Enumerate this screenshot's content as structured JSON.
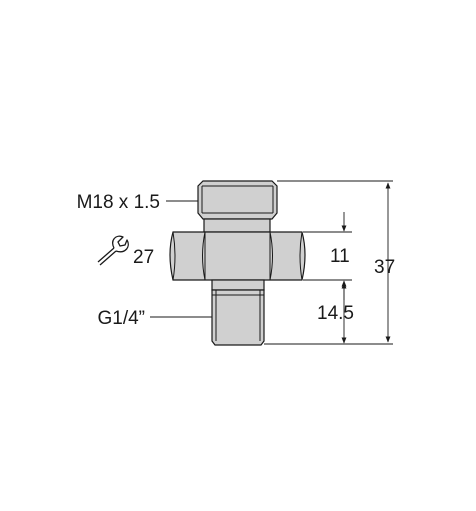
{
  "thread_top": "M18 x 1.5",
  "wrench_size": "27",
  "thread_bottom": "G1/4”",
  "dim_hex_height": "11",
  "dim_lower_length": "14.5",
  "dim_total_length": "37",
  "colors": {
    "body": "#d0d0d0",
    "line": "#1a1a1a"
  },
  "icons": {
    "wrench": "wrench-icon"
  }
}
